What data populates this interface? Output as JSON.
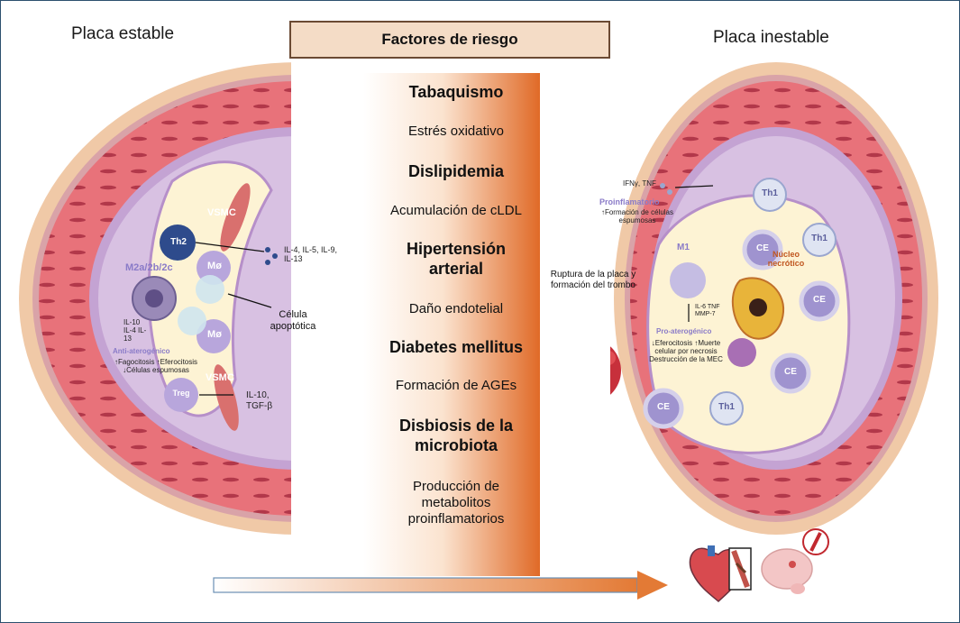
{
  "left_title": "Placa estable",
  "right_title": "Placa inestable",
  "header": "Factores de riesgo",
  "risk_factors": [
    {
      "title": "Tabaquismo",
      "effect": "Estrés oxidativo"
    },
    {
      "title": "Dislipidemia",
      "effect": "Acumulación de cLDL"
    },
    {
      "title": "Hipertensión arterial",
      "effect": "Daño endotelial"
    },
    {
      "title": "Diabetes mellitus",
      "effect": "Formación de AGEs"
    },
    {
      "title": "Disbiosis de la microbiota",
      "effect": "Producción de metabolitos proinflamatorios"
    }
  ],
  "left_labels": {
    "vsmc_top": "VSMC",
    "vsmc_bottom": "VSMC",
    "th2": "Th2",
    "m2": "M2a/2b/2c",
    "mo1": "Mø",
    "mo2": "Mø",
    "treg": "Treg",
    "cytokines_th2": "IL-4, IL-5, IL-9, IL-13",
    "cytokines_m2": "IL-10 IL-4 IL-13",
    "anti": "Anti-aterogénico",
    "anti_effects": "↑Fagocitosis ↑Eferocitosis ↓Células espumosas",
    "treg_cytokines": "IL-10, TGF-β",
    "apoptotic": "Célula apoptótica"
  },
  "right_labels": {
    "ifn": "IFNγ, TNF",
    "pro_title": "Proinflamatorio",
    "pro_effect": "↑Formación de células espumosas",
    "th1_top": "Th1",
    "th1_mid": "Th1",
    "th1_bottom": "Th1",
    "m1": "M1",
    "nucleo": "Núcleo necrótico",
    "ce1": "CE",
    "ce2": "CE",
    "ce3": "CE",
    "ce4": "CE",
    "m1_cytokines": "IL-6 TNF MMP-7",
    "pro_atero": "Pro-aterogénico",
    "pro_atero_effects": "↓Eferocitosis ↑Muerte celular por necrosis Destrucción de la MEC",
    "rupture": "Ruptura de la placa y formación del trombo"
  },
  "colors": {
    "media": "#e8727a",
    "intima": "#c9a6d6",
    "plaque": "#fdf3d4",
    "accent_orange": "#e37a35",
    "frame": "#2d4f6e"
  }
}
